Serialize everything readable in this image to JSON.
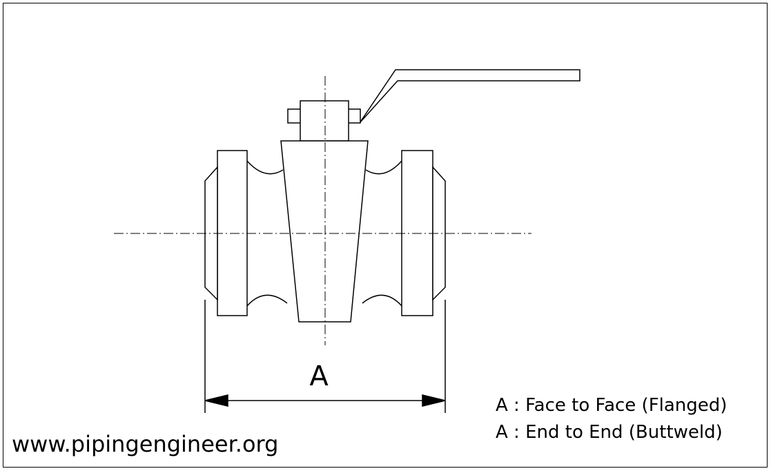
{
  "diagram": {
    "dimension_label": "A",
    "legend": [
      "A : Face to Face (Flanged)",
      "A : End to End (Buttweld)"
    ],
    "website": "www.pipingengineer.org"
  },
  "colors": {
    "line": "#000000",
    "background": "#ffffff"
  }
}
